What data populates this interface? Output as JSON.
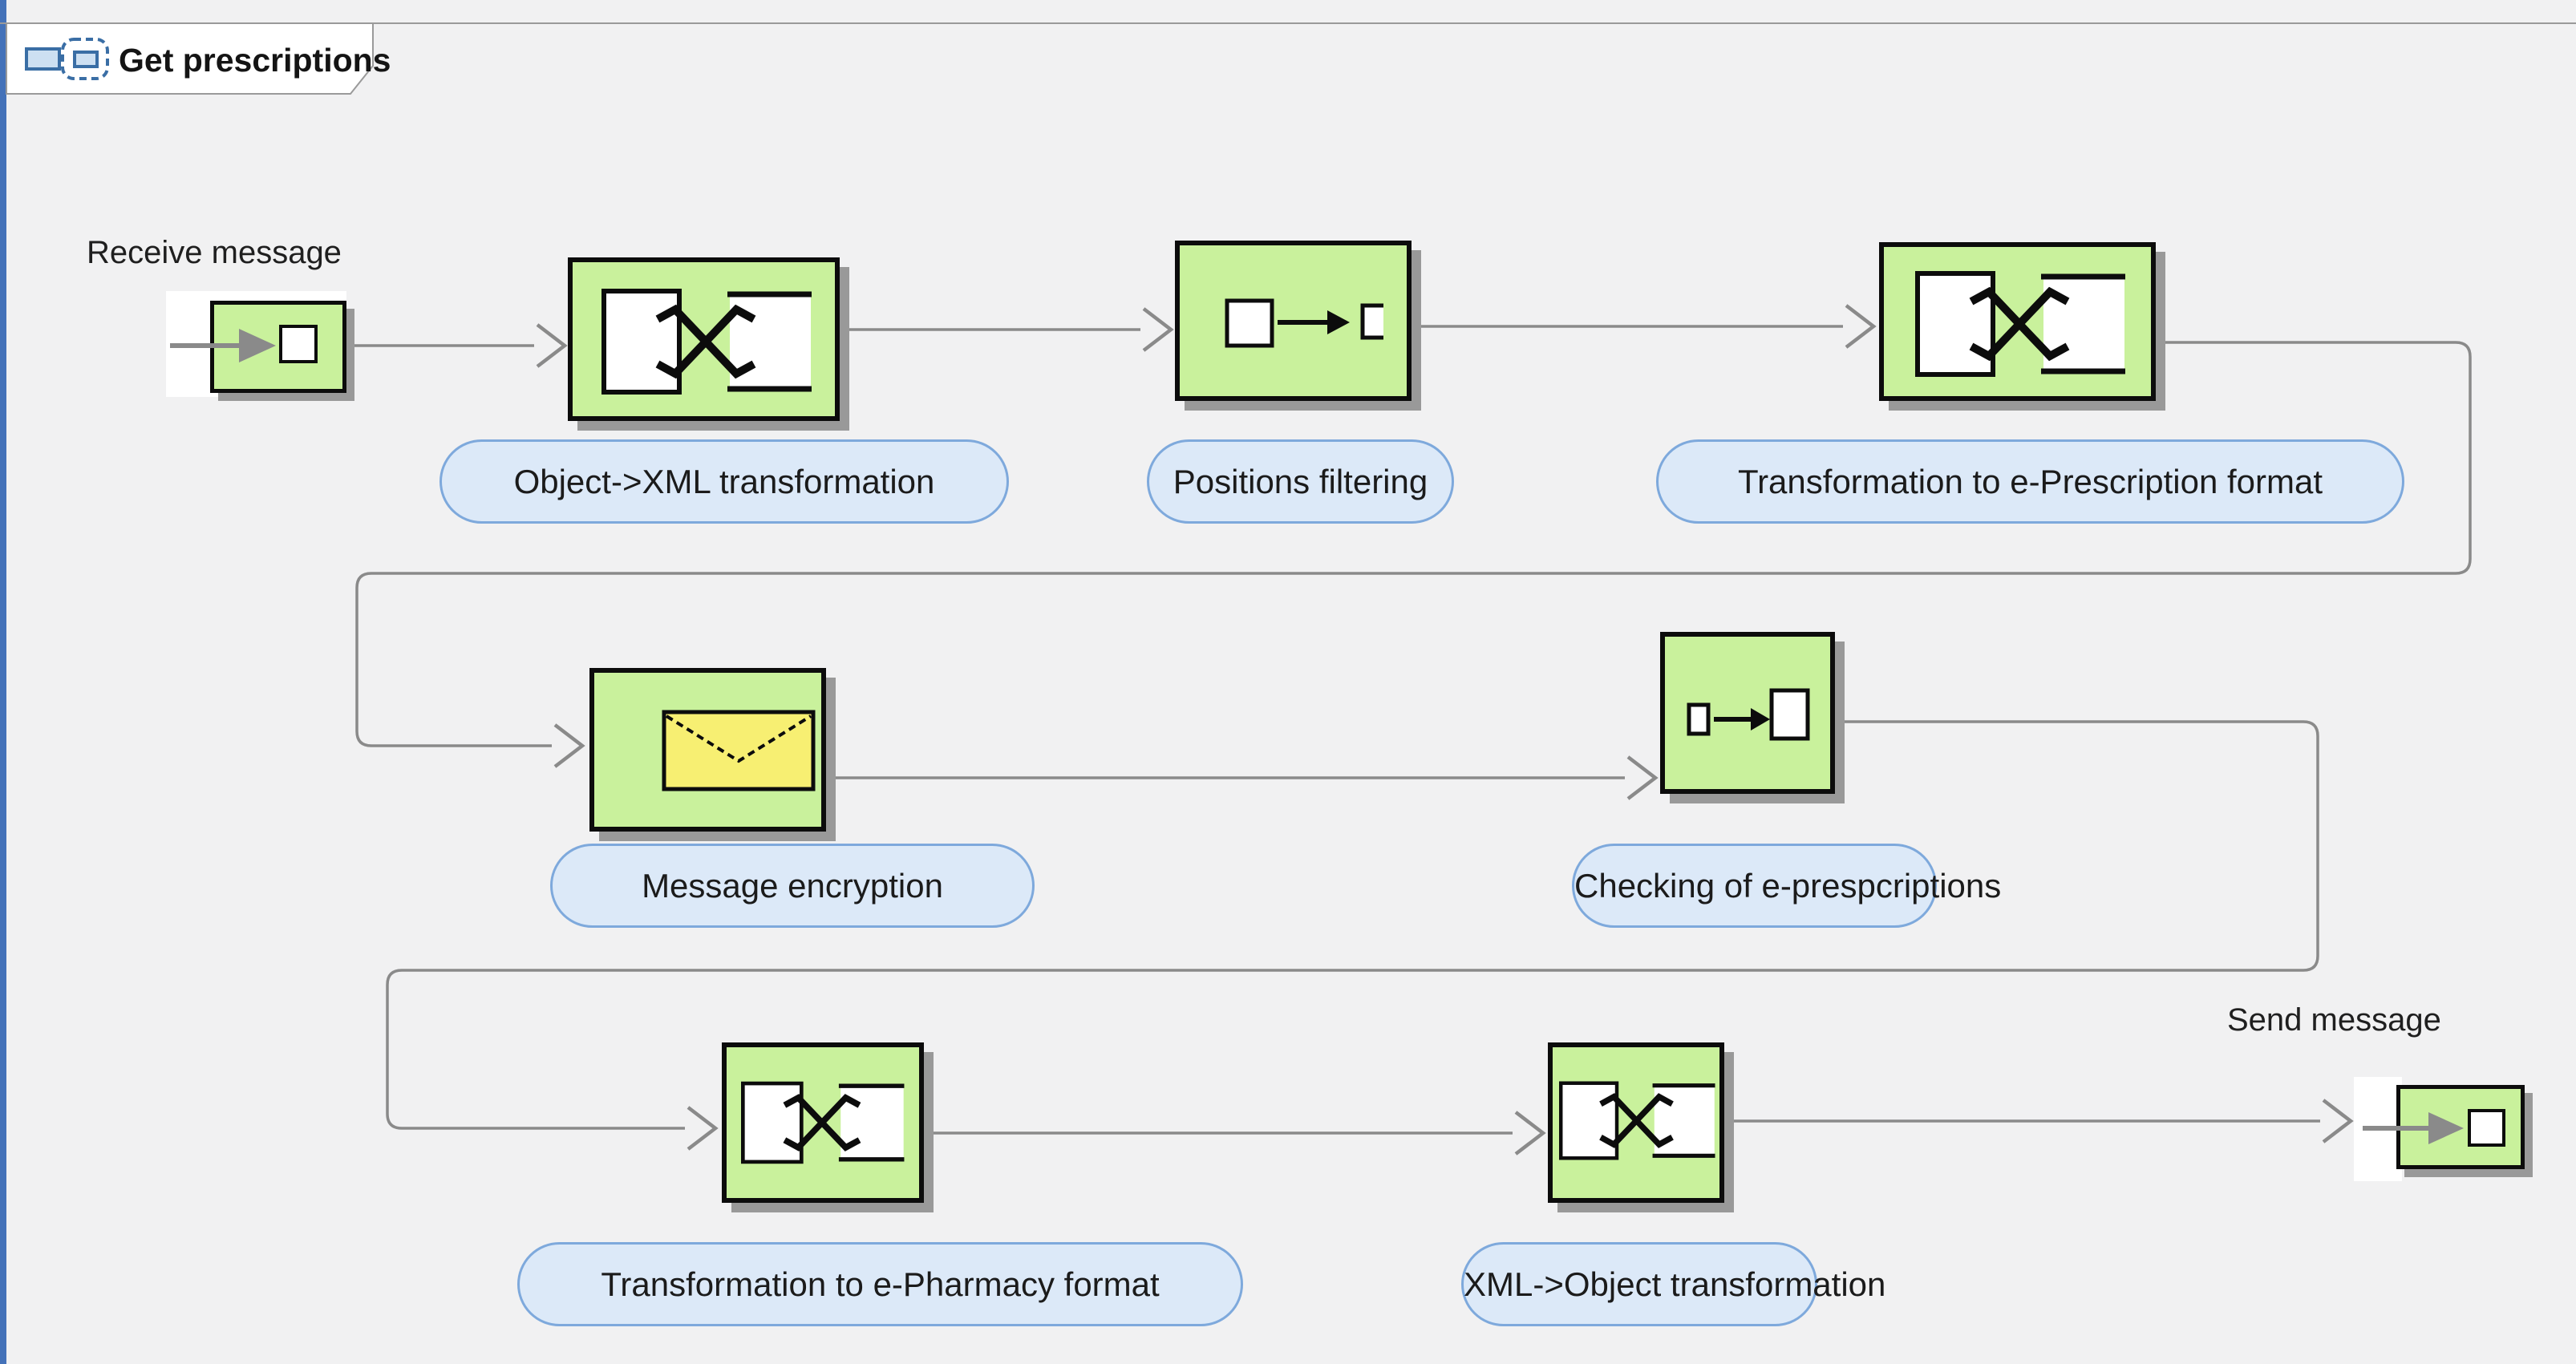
{
  "tab": {
    "title": "Get prescriptions",
    "icon": "route-icon"
  },
  "endpoints": {
    "receive": {
      "label": "Receive message",
      "icon": "message-endpoint-icon"
    },
    "send": {
      "label": "Send message",
      "icon": "message-endpoint-icon"
    }
  },
  "steps": [
    {
      "label": "Object->XML transformation",
      "icon": "transform-icon"
    },
    {
      "label": "Positions filtering",
      "icon": "filter-icon"
    },
    {
      "label": "Transformation to e-Prescription format",
      "icon": "transform-icon"
    },
    {
      "label": "Message encryption",
      "icon": "envelope-icon"
    },
    {
      "label": "Checking of e-prespcriptions",
      "icon": "check-icon"
    },
    {
      "label": "Transformation to e-Pharmacy format",
      "icon": "transform-icon"
    },
    {
      "label": "XML->Object transformation",
      "icon": "transform-icon"
    }
  ],
  "colors": {
    "canvas_bg": "#f1f1f2",
    "accent_blue": "#4472b9",
    "node_green": "#c9f19c",
    "envelope_yellow": "#f7ef72",
    "pill_fill": "#dce9f8",
    "pill_border": "#7ea9dc",
    "connector_gray": "#8a8a8a",
    "shadow_gray": "#999999"
  }
}
